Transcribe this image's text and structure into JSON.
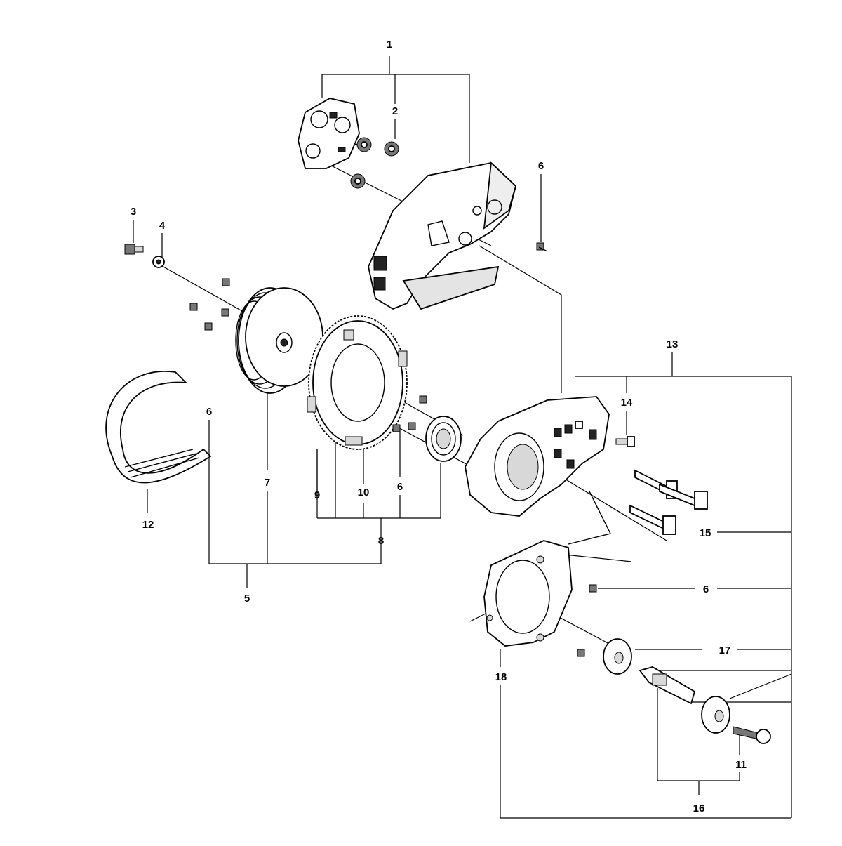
{
  "diagram": {
    "callouts": [
      {
        "id": "c1",
        "label": "1"
      },
      {
        "id": "c2",
        "label": "2"
      },
      {
        "id": "c3",
        "label": "3"
      },
      {
        "id": "c4",
        "label": "4"
      },
      {
        "id": "c5",
        "label": "5"
      },
      {
        "id": "c6a",
        "label": "6"
      },
      {
        "id": "c6b",
        "label": "6"
      },
      {
        "id": "c6c",
        "label": "6"
      },
      {
        "id": "c6d",
        "label": "6"
      },
      {
        "id": "c7",
        "label": "7"
      },
      {
        "id": "c8",
        "label": "8"
      },
      {
        "id": "c9",
        "label": "9"
      },
      {
        "id": "c10",
        "label": "10"
      },
      {
        "id": "c11",
        "label": "11"
      },
      {
        "id": "c12",
        "label": "12"
      },
      {
        "id": "c13",
        "label": "13"
      },
      {
        "id": "c14",
        "label": "14"
      },
      {
        "id": "c15",
        "label": "15"
      },
      {
        "id": "c16",
        "label": "16"
      },
      {
        "id": "c17",
        "label": "17"
      },
      {
        "id": "c18",
        "label": "18"
      }
    ]
  }
}
